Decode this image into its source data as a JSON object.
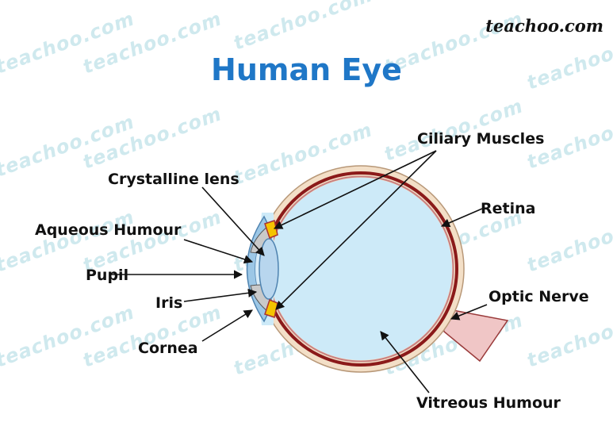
{
  "brand": "teachoo.com",
  "watermark_text": "teachoo.com",
  "title": "Human Eye",
  "colors": {
    "title": "#1f77c7",
    "sclera": "#f3dfc7",
    "choroid_retina": "#8b1a1a",
    "vitreous": "#cdeaf8",
    "ciliary": "#f5c400",
    "optic_nerve": "#f0c6c6"
  },
  "labels": {
    "ciliary_muscles": "Ciliary Muscles",
    "crystalline_lens": "Crystalline lens",
    "retina": "Retina",
    "aqueous_humour": "Aqueous Humour",
    "pupil": "Pupil",
    "iris": "Iris",
    "optic_nerve": "Optic Nerve",
    "cornea": "Cornea",
    "vitreous_humour": "Vitreous Humour"
  }
}
